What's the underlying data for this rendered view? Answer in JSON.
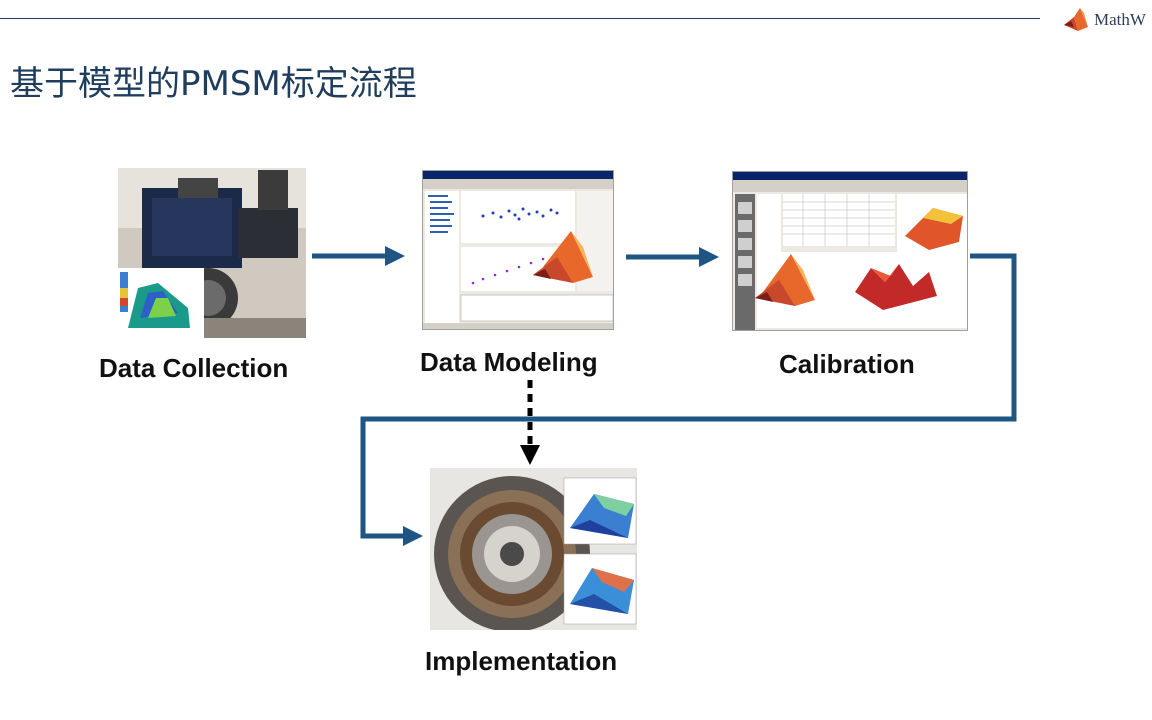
{
  "header": {
    "brand_text": "MathW",
    "title": "基于模型的PMSM标定流程"
  },
  "stages": [
    {
      "label": "Data Collection"
    },
    {
      "label": "Data Modeling"
    },
    {
      "label": "Calibration"
    },
    {
      "label": "Implementation"
    }
  ],
  "colors": {
    "arrow": "#1e5582",
    "title": "#1f3d5c",
    "dotted_arrow": "#000000"
  }
}
